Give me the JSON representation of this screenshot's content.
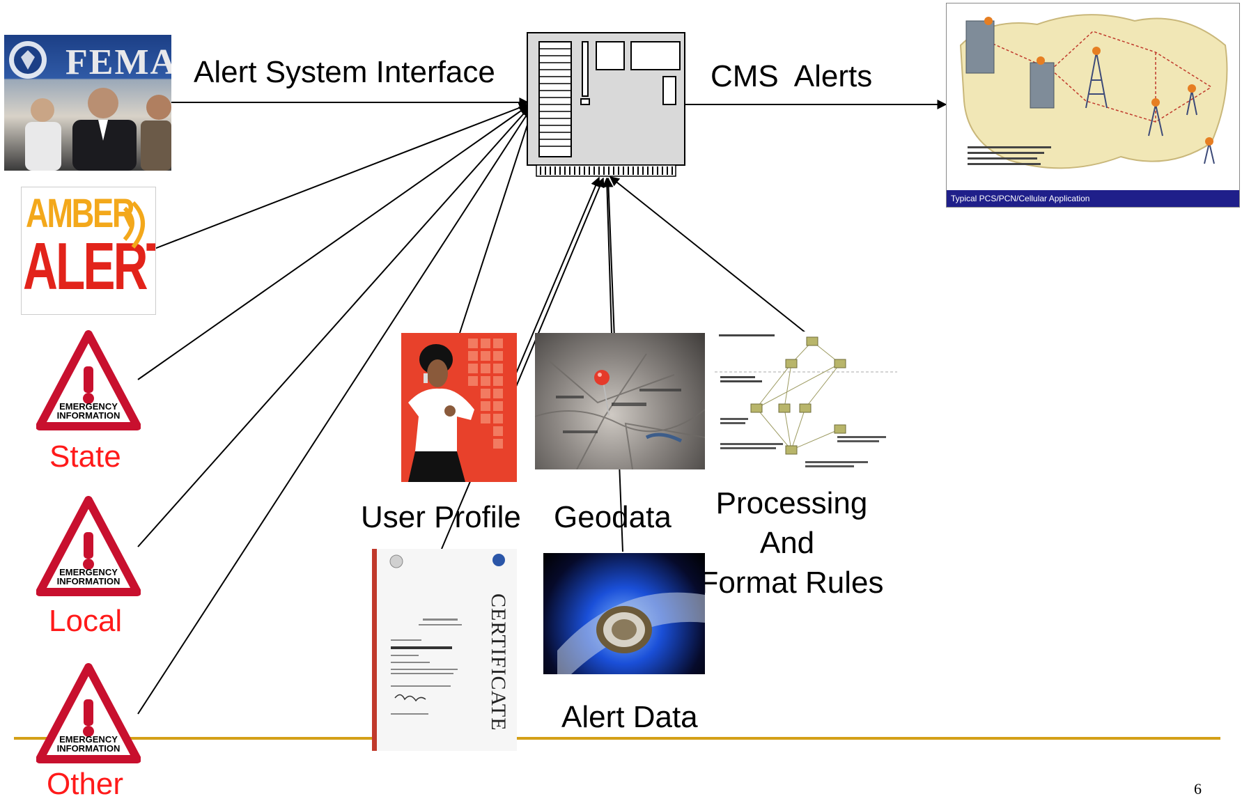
{
  "diagram": {
    "edge_labels": {
      "alert_system_interface": "Alert System Interface",
      "cms_alerts": "CMS  Alerts"
    },
    "sources": {
      "fema_logo_text": "FEMA",
      "amber_alert": {
        "line1": "AMBER",
        "line2": "ALERT"
      },
      "warning_sign_text": {
        "line1": "EMERGENCY",
        "line2": "INFORMATION"
      },
      "state": "State",
      "local": "Local",
      "other": "Other"
    },
    "inputs": {
      "user_profile": "User Profile",
      "geodata": "Geodata",
      "processing": {
        "line1": "Processing",
        "line2": "And",
        "line3": "Format Rules"
      },
      "alert_data": "Alert Data"
    },
    "network_map": {
      "caption": "Typical PCS/PCN/Cellular Application"
    },
    "certificate": {
      "vertical_text": "CERTIFICATE"
    },
    "page_number": "6"
  },
  "colors": {
    "accent_line": "#d4a017",
    "label_red": "#ff1a1a",
    "map_caption_bar": "#1f1f8a"
  }
}
